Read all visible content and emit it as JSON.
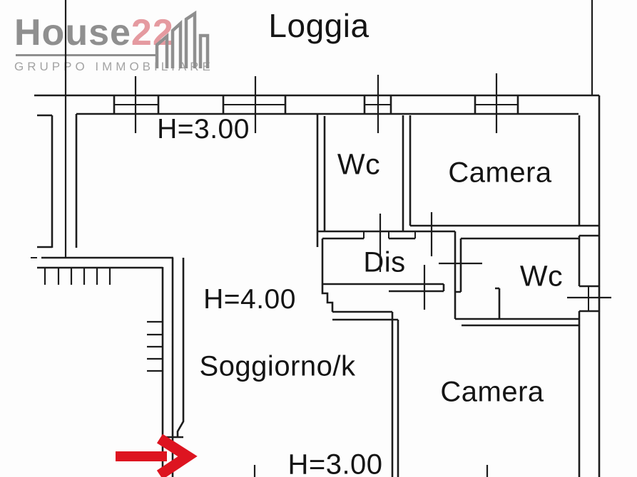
{
  "brand": {
    "name_primary": "House",
    "name_suffix": "22",
    "tagline": "GRUPPO IMMOBILIARE",
    "primary_color": "#8f8f8f",
    "suffix_color": "#e59aa0",
    "tagline_color": "#a3a3a3"
  },
  "plan": {
    "wall_color": "#1c1c1c",
    "arrow_color": "#dd1420",
    "rooms": {
      "loggia": "Loggia",
      "wc_top": "Wc",
      "camera_top": "Camera",
      "dis": "Dis",
      "wc_right": "Wc",
      "soggiorno": "Soggiorno/k",
      "camera_bottom": "Camera"
    },
    "heights": {
      "top": "H=3.00",
      "middle": "H=4.00",
      "bottom": "H=3.00"
    }
  }
}
